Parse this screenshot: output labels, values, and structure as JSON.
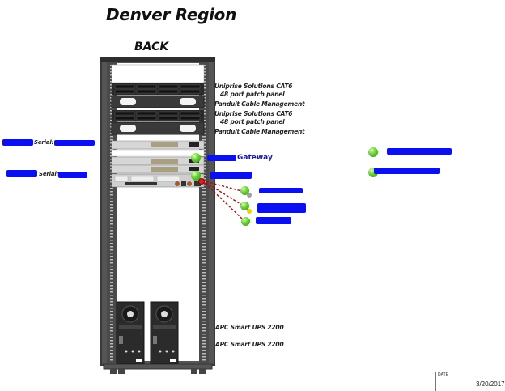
{
  "title": "Denver Region",
  "view": "BACK",
  "rack_labels": [
    {
      "line1": "Uniprise Solutions CAT6",
      "line2": "48 port patch panel"
    },
    {
      "line1": "Panduit Cable Management"
    },
    {
      "line1": "Uniprise Solutions CAT6",
      "line2": "48 port patch panel"
    },
    {
      "line1": "Panduit Cable Management"
    }
  ],
  "gateway_label": "Gateway",
  "serial_labels": [
    "Serial:",
    "Serial:"
  ],
  "ups_labels": [
    "APC Smart UPS 2200",
    "APC Smart UPS 2200"
  ],
  "status": {
    "ok_color": "#4cbf24",
    "error_color": "#e02020",
    "warning_color": "#f0d000",
    "unknown_color": "#a0a0a0",
    "link_color": "#a01010",
    "redaction_color": "#0a10f0"
  },
  "date_block": {
    "header": "DATE",
    "value": "3/20/2017"
  }
}
